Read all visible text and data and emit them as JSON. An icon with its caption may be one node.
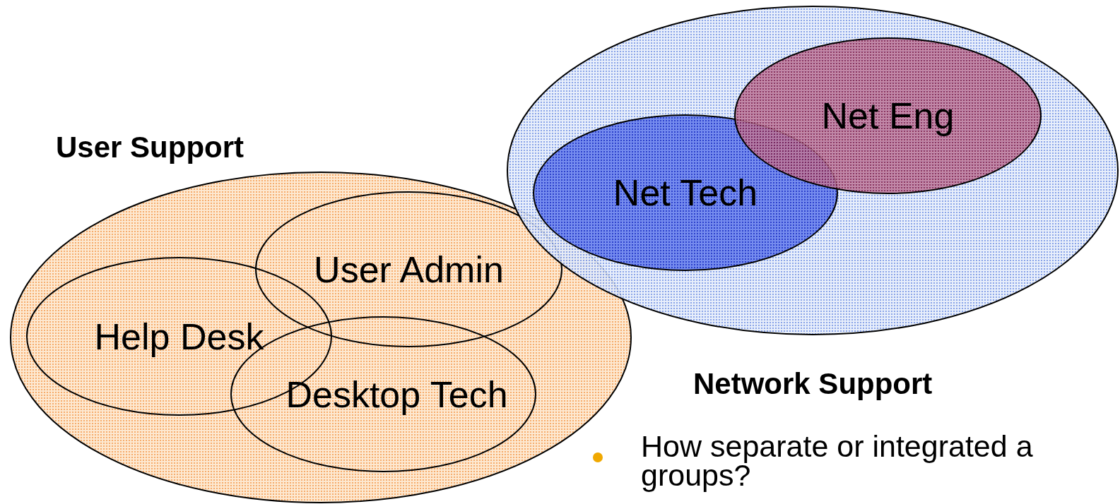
{
  "diagram": {
    "nodes": [
      {
        "text": [
          "User Support"
        ]
      },
      {
        "text": [
          "Help Desk"
        ],
        "in": 0
      },
      {
        "text": [
          "User Admin"
        ],
        "in": 0
      },
      {
        "text": [
          "Desktop Tech"
        ],
        "in": 0
      },
      {
        "text": [
          "Network Support"
        ]
      },
      {
        "text": [
          "Net Tech"
        ],
        "in": 4
      },
      {
        "text": [
          "Net Eng"
        ],
        "in": 4
      }
    ],
    "labels": [
      "How separate or integrated a groups?"
    ]
  }
}
